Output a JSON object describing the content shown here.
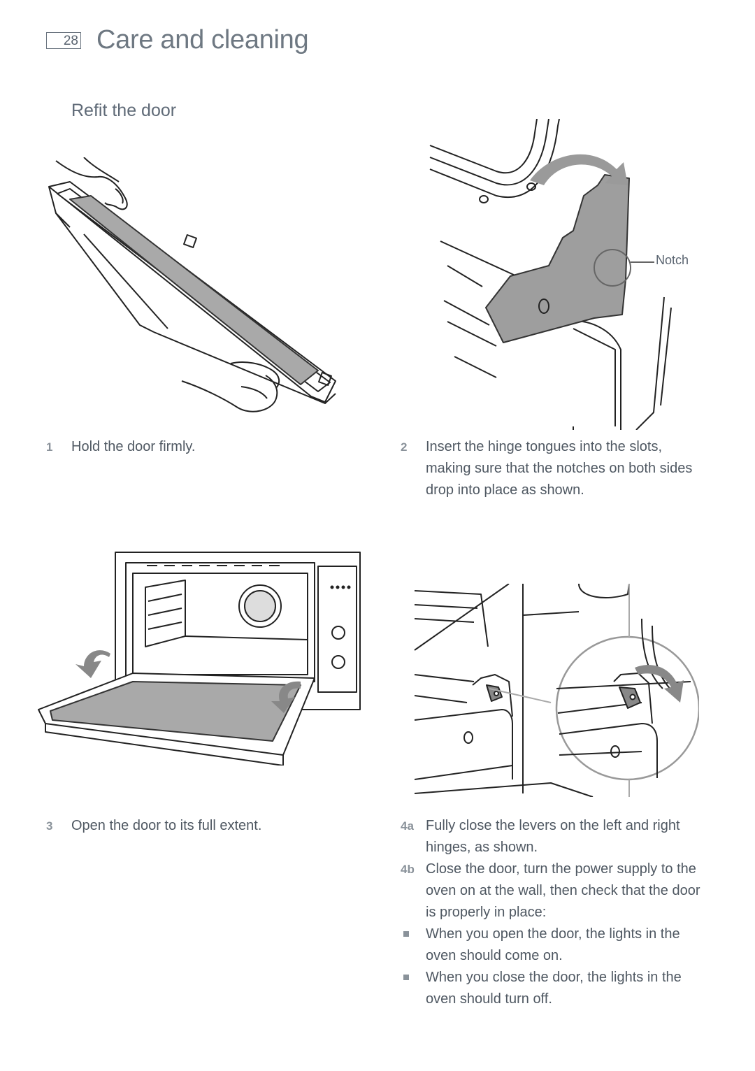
{
  "page": {
    "number": "28",
    "title": "Care and cleaning"
  },
  "section": {
    "title": "Refit the door"
  },
  "figures": {
    "fig2": {
      "callout": "Notch"
    }
  },
  "steps": [
    {
      "num": "1",
      "text": "Hold the door firmly."
    },
    {
      "num": "2",
      "text": "Insert the hinge tongues into the slots, making sure that the notches on both sides drop into place as shown."
    },
    {
      "num": "3",
      "text": "Open the door to its full extent."
    },
    {
      "num": "4a",
      "text": "Fully close the levers on the left and right hinges, as shown."
    },
    {
      "num": "4b",
      "text": "Close the door, turn the power supply to the oven on at the wall, then check that the door is properly in place:"
    }
  ],
  "bullets": [
    {
      "text": "When you open the door, the lights in the oven should come on."
    },
    {
      "text": "When you close the door, the lights in the oven should turn off."
    }
  ]
}
